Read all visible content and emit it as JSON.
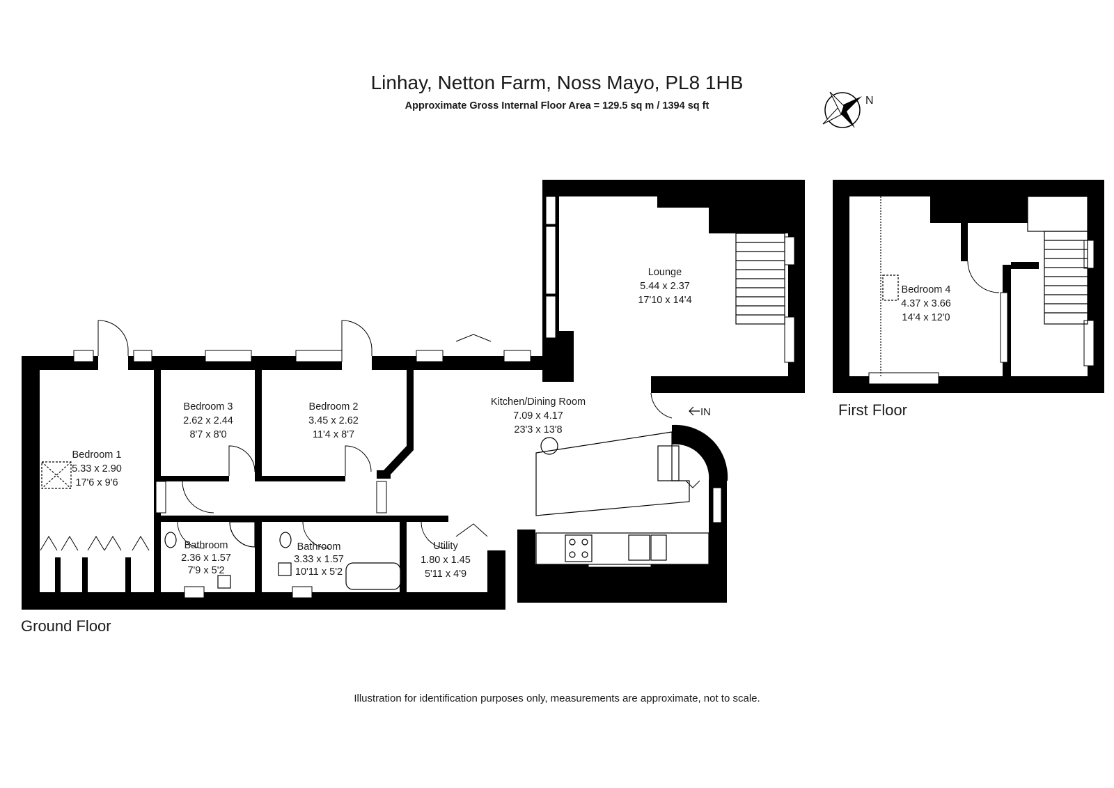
{
  "header": {
    "title": "Linhay, Netton Farm, Noss Mayo, PL8 1HB",
    "subtitle": "Approximate Gross Internal Floor Area  = 129.5 sq m / 1394 sq ft"
  },
  "compass": {
    "label": "N"
  },
  "ground_floor": {
    "label": "Ground Floor",
    "entrance": "IN",
    "rooms": [
      {
        "name": "Bedroom 1",
        "metric": "5.33 x 2.90",
        "imperial": "17'6 x 9'6"
      },
      {
        "name": "Bedroom 3",
        "metric": "2.62 x 2.44",
        "imperial": "8'7 x 8'0"
      },
      {
        "name": "Bedroom 2",
        "metric": "3.45 x 2.62",
        "imperial": "11'4 x 8'7"
      },
      {
        "name": "Kitchen/Dining Room",
        "metric": "7.09 x 4.17",
        "imperial": "23'3 x 13'8"
      },
      {
        "name": "Lounge",
        "metric": "5.44 x 2.37",
        "imperial": "17'10 x 14'4"
      },
      {
        "name": "Bathroom",
        "metric": "2.36 x 1.57",
        "imperial": "7'9 x 5'2"
      },
      {
        "name": "Bathroom",
        "metric": "3.33 x 1.57",
        "imperial": "10'11 x 5'2"
      },
      {
        "name": "Utility",
        "metric": "1.80 x 1.45",
        "imperial": "5'11 x 4'9"
      }
    ]
  },
  "first_floor": {
    "label": "First Floor",
    "rooms": [
      {
        "name": "Bedroom 4",
        "metric": "4.37 x 3.66",
        "imperial": "14'4 x 12'0"
      }
    ]
  },
  "footer": {
    "disclaimer": "Illustration for identification purposes only, measurements are approximate, not to scale."
  }
}
